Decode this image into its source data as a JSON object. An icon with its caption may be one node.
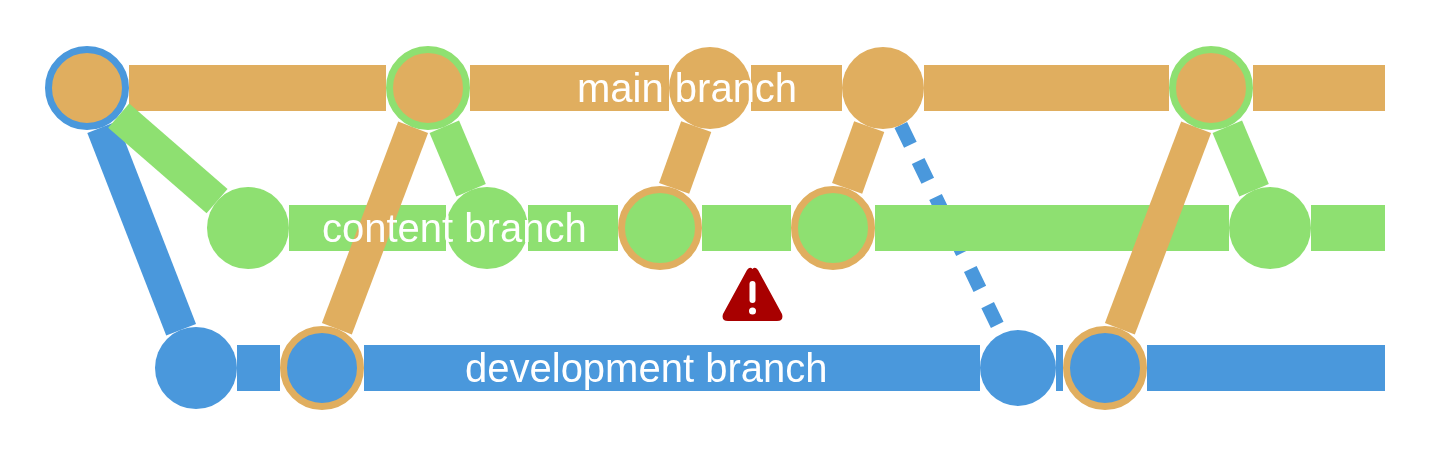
{
  "diagram": {
    "nodes": [
      {
        "text": [],
        "shape": "circle"
      },
      {
        "text": [],
        "shape": "circle"
      },
      {
        "text": [],
        "shape": "circle"
      },
      {
        "text": [],
        "shape": "circle"
      },
      {
        "text": [],
        "shape": "circle"
      },
      {
        "text": [],
        "shape": "circle"
      },
      {
        "text": [],
        "shape": "circle"
      },
      {
        "text": [],
        "shape": "circle"
      },
      {
        "text": [],
        "shape": "circle"
      },
      {
        "text": [],
        "shape": "circle"
      },
      {
        "text": [],
        "shape": "circle"
      },
      {
        "text": [],
        "shape": "circle"
      },
      {
        "text": [],
        "shape": "circle"
      },
      {
        "text": [],
        "shape": "circle"
      }
    ],
    "edges": [
      {
        "from": 0,
        "to": 1,
        "arrow": "none"
      },
      {
        "from": 1,
        "to": 2,
        "arrow": "none"
      },
      {
        "from": 2,
        "to": 3,
        "arrow": "none"
      },
      {
        "from": 3,
        "to": 4,
        "arrow": "none"
      },
      {
        "from": 4,
        "to": null,
        "arrow": "none"
      },
      {
        "from": 5,
        "to": 6,
        "arrow": "none",
        "color": "#8ee071"
      },
      {
        "from": 6,
        "to": 7,
        "arrow": "none",
        "color": "#8ee071"
      },
      {
        "from": 7,
        "to": 8,
        "arrow": "none",
        "color": "#8ee071"
      },
      {
        "from": 8,
        "to": 9,
        "arrow": "none",
        "color": "#8ee071"
      },
      {
        "from": 9,
        "to": null,
        "arrow": "none",
        "color": "#8ee071"
      },
      {
        "from": 10,
        "to": 11,
        "arrow": "none",
        "color": "#4a98dc"
      },
      {
        "from": 11,
        "to": 12,
        "arrow": "none",
        "color": "#4a98dc"
      },
      {
        "from": 12,
        "to": 13,
        "arrow": "none",
        "color": "#4a98dc"
      },
      {
        "from": 13,
        "to": null,
        "arrow": "none",
        "color": "#4a98dc"
      },
      {
        "from": 0,
        "to": 10,
        "arrow": "none",
        "color": "#4a98dc"
      },
      {
        "from": 0,
        "to": 5,
        "arrow": "none",
        "color": "#8ee071"
      },
      {
        "from": 11,
        "to": 1,
        "arrow": "none"
      },
      {
        "from": 1,
        "to": 6,
        "arrow": "none",
        "color": "#8ee071"
      },
      {
        "from": 2,
        "to": 7,
        "arrow": "none"
      },
      {
        "from": 3,
        "to": 8,
        "arrow": "none"
      },
      {
        "from": 3,
        "to": 12,
        "arrow": "none",
        "style": "dashed",
        "color": "#4a98dc"
      },
      {
        "from": 4,
        "to": 13,
        "arrow": "none"
      },
      {
        "from": 4,
        "to": 9,
        "arrow": "none",
        "color": "#8ee071"
      }
    ],
    "labels": [
      "main branch",
      "content branch",
      "development branch"
    ]
  }
}
